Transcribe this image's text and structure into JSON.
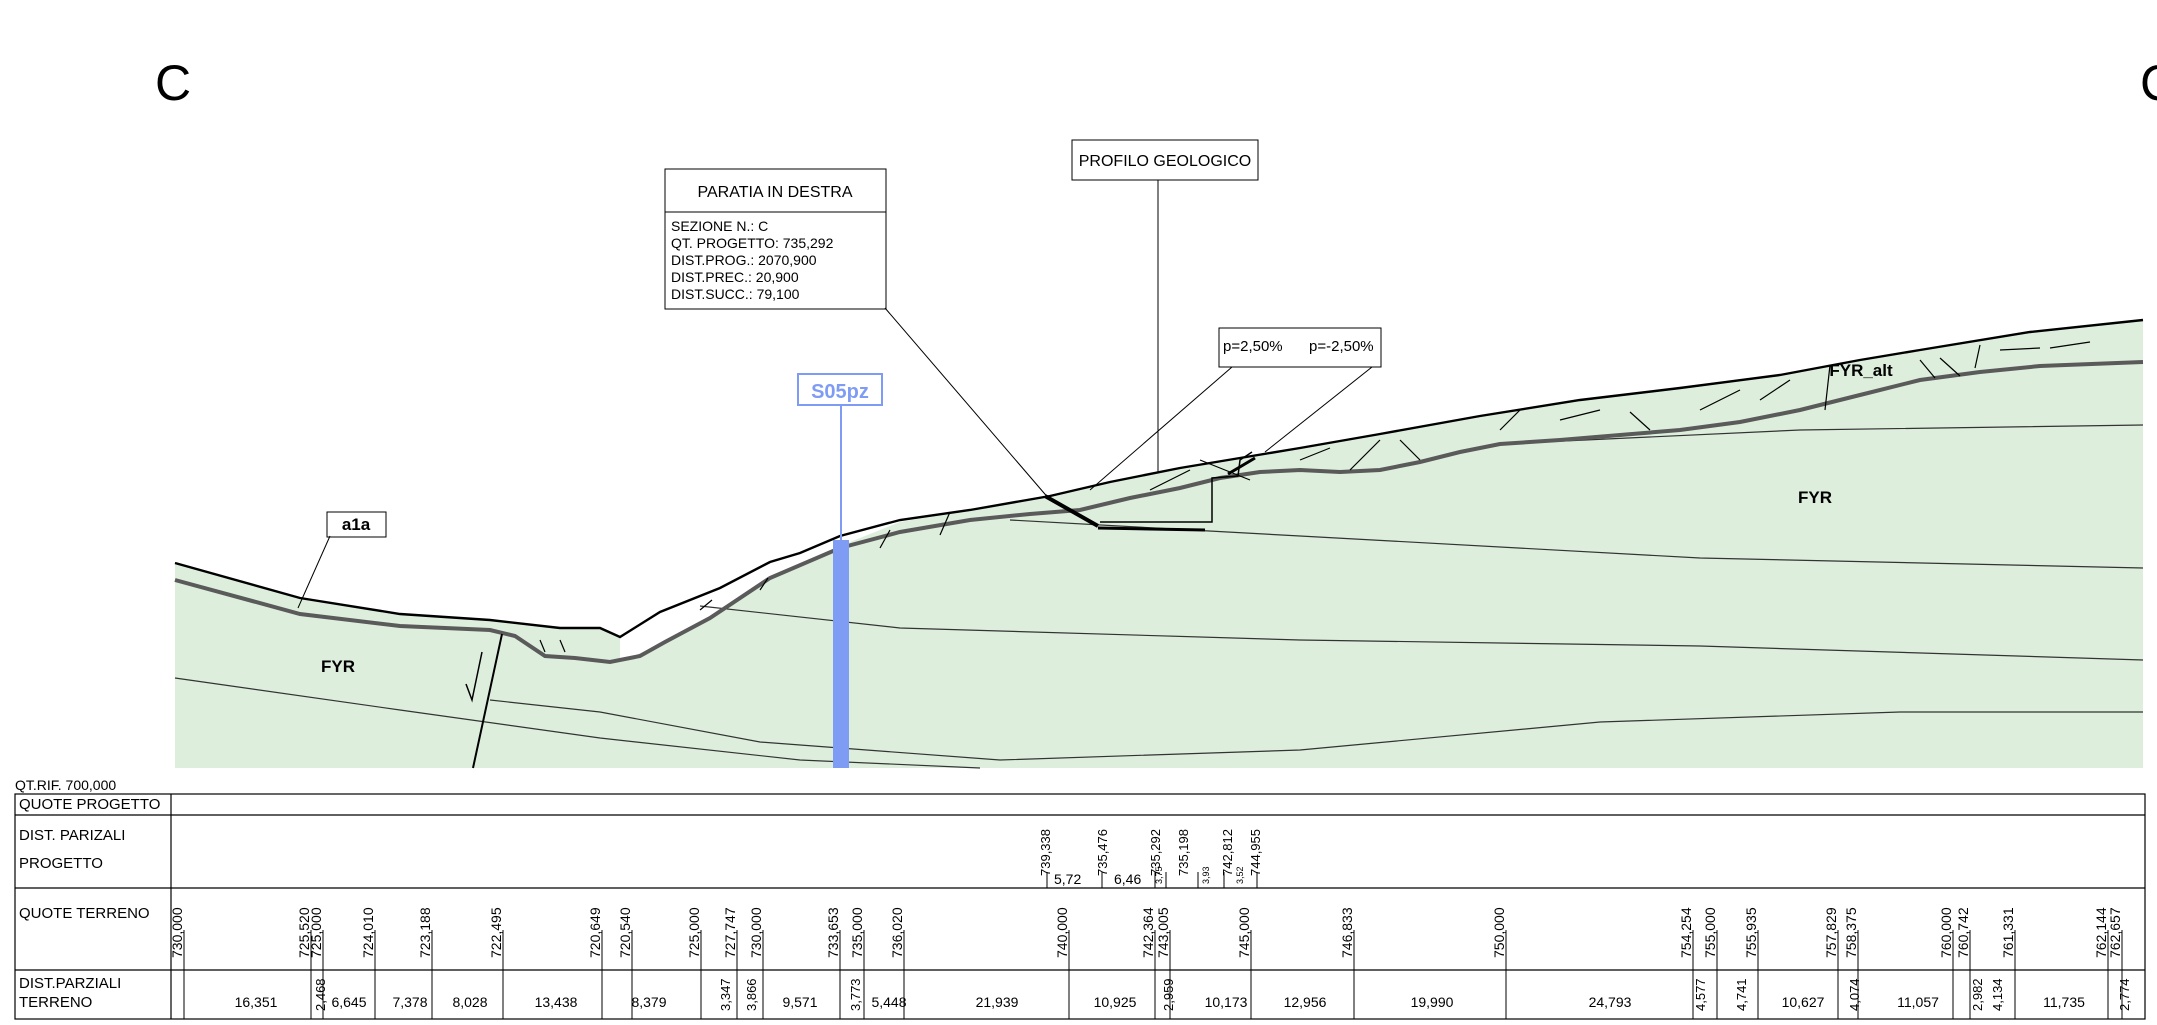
{
  "section_letters": {
    "left": "C",
    "right": "C"
  },
  "section_box": {
    "title": "PARATIA IN DESTRA",
    "lines": [
      "SEZIONE N.: C",
      "QT. PROGETTO: 735,292",
      "DIST.PROG.: 2070,900",
      "DIST.PREC.: 20,900",
      "DIST.SUCC.: 79,100"
    ]
  },
  "profile_label": "PROFILO GEOLOGICO",
  "slope_label": {
    "left": "p=2,50%",
    "right": "p=-2,50%"
  },
  "borehole": {
    "label": "S05pz",
    "color": "#7f9cf5"
  },
  "geo_labels": {
    "a1a": "a1a",
    "fyr_left": "FYR",
    "fyr_right": "FYR",
    "fyr_alt": "FYR_alt"
  },
  "colors": {
    "fill": "#ddeedd",
    "ground": "#000000",
    "contact": "#5a5a5a",
    "thin_line": "#333333"
  },
  "table": {
    "qt_rif": "QT.RIF. 700,000",
    "row_quote_progetto": "QUOTE PROGETTO",
    "row_dist_progetto": [
      "DIST. PARIZALI",
      "PROGETTO"
    ],
    "row_quote_terreno": "QUOTE TERRENO",
    "row_dist_terreno": [
      "DIST.PARZIALI",
      "TERRENO"
    ],
    "progetto_quotes": [
      "739,338",
      "735,476",
      "735,292",
      "735,198",
      "742,812",
      "744,955"
    ],
    "progetto_dists": [
      "5,72",
      "6,46",
      "3,75",
      "3,93",
      "3,52"
    ],
    "terreno_quotes": [
      "730,000",
      "725,520",
      "725,000",
      "724,010",
      "723,188",
      "722,495",
      "720,649",
      "720,540",
      "725,000",
      "727,747",
      "730,000",
      "733,653",
      "735,000",
      "736,020",
      "740,000",
      "742,364",
      "743,005",
      "745,000",
      "746,833",
      "750,000",
      "754,254",
      "755,000",
      "755,935",
      "757,829",
      "758,375",
      "760,000",
      "760,742",
      "761,331",
      "762,144",
      "762,657"
    ],
    "terreno_dists": [
      "16,351",
      "2,468",
      "6,645",
      "7,378",
      "8,028",
      "13,438",
      "8,379",
      "3,347",
      "3,866",
      "9,571",
      "3,773",
      "5,448",
      "21,939",
      "10,925",
      "2,959",
      "10,173",
      "12,956",
      "19,990",
      "24,793",
      "4,577",
      "4,741",
      "10,627",
      "4,074",
      "11,057",
      "2,982",
      "4,134",
      "11,735",
      "2,774"
    ]
  }
}
